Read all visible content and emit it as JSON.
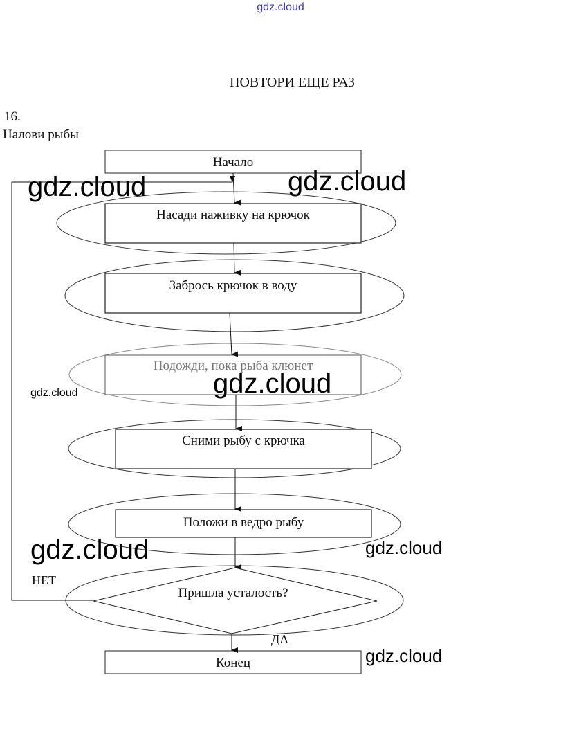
{
  "header": {
    "site_watermark": "gdz.cloud",
    "title": "ПОВТОРИ ЕЩЕ РАЗ",
    "task_number": "16.",
    "task_name": "Налови рыбы"
  },
  "flowchart": {
    "start": "Начало",
    "steps": [
      "Насади наживку на крючок",
      "Забрось крючок в воду",
      "Подожди, пока рыба клюнет",
      "Сними рыбу с крючка",
      "Положи в ведро рыбу"
    ],
    "decision": "Пришла усталость?",
    "no_label": "НЕТ",
    "yes_label": "ДА",
    "end": "Конец"
  },
  "watermarks": [
    "gdz.cloud",
    "gdz.cloud",
    "gdz.cloud",
    "gdz.cloud",
    "gdz.cloud",
    "gdz.cloud",
    "gdz.cloud"
  ]
}
